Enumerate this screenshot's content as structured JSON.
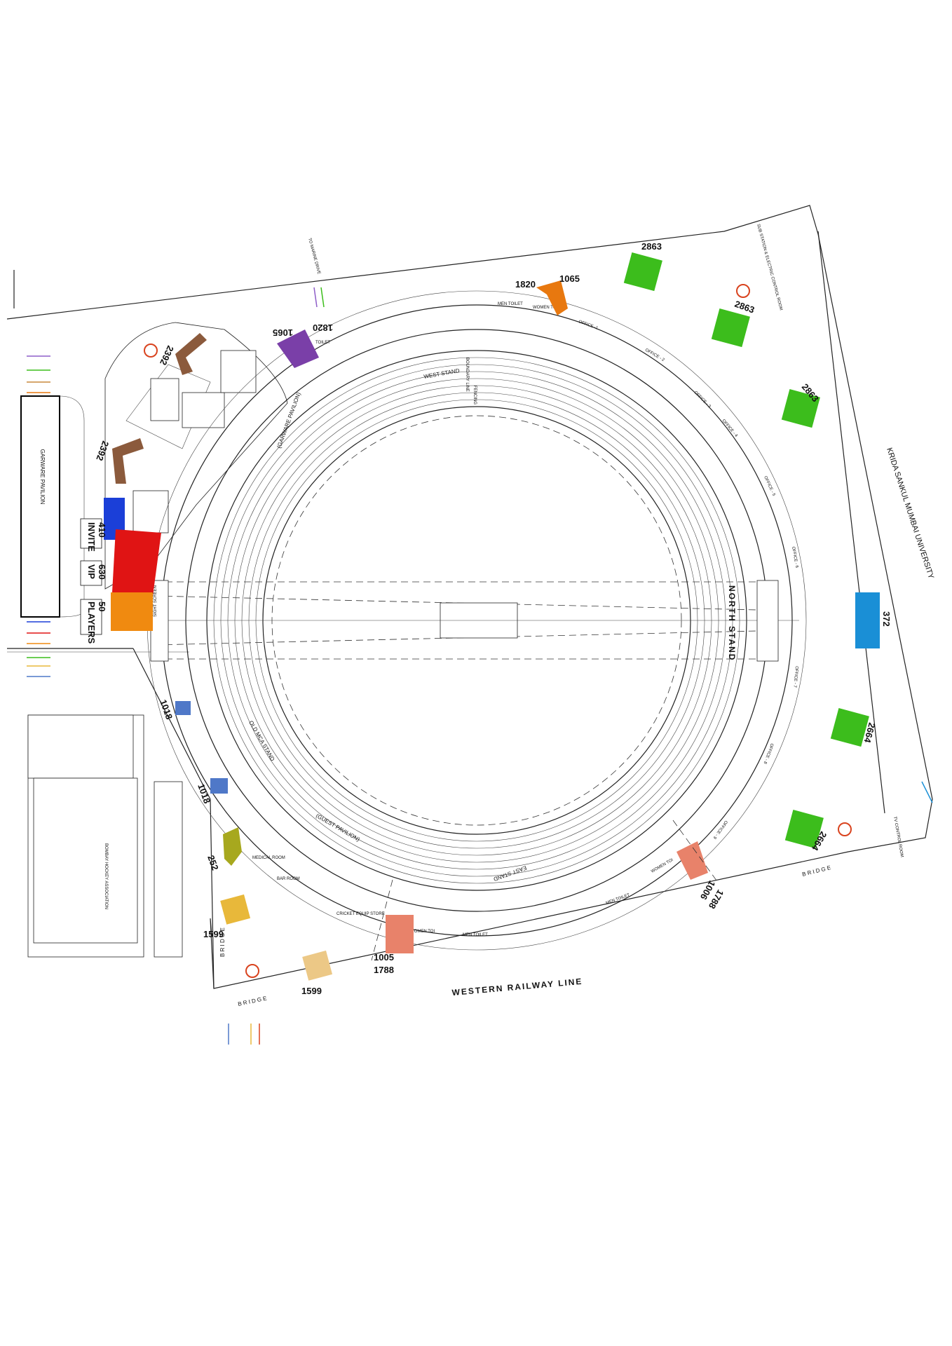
{
  "labels": {
    "krida": "KRIDA SANKUL MUMBAI UNIVERSITY",
    "railway": "WESTERN RAILWAY LINE",
    "garware_building": "GARWARE PAVILION",
    "hockey": "BOMBAY HOCKEY ASSOCIATION",
    "west_stand": "WEST STAND",
    "north_stand": "NORTH STAND",
    "east_stand": "EAST STAND",
    "garware_pav": "(GARWARE PAVILION)",
    "old_mca": "OLD MCA STAND",
    "guest_pav": "(GUEST PAVILION)",
    "boundary_line": "BOUNDARY LINE",
    "fencing": "FENCING",
    "marine_drive": "TO MARINE DRIVE",
    "substation": "SUB STATION & ELECTRIC CONTROL ROOM",
    "tv_control": "TV CONTROL ROOM",
    "bridge_letters": "B R I D G E",
    "bridge": "B R I D G E",
    "bridge_right": "B R I D G E",
    "sight_screen": "SIGHT SCREEN",
    "men_toilet_1": "MEN TOILET",
    "women_toilet_1": "WOMEN TOILET",
    "men_toilet_2": "MEN TOILET",
    "women_toilet_2": "WOMEN TOI",
    "men_toilet_3": "MEN TOILET",
    "women_toilet_3": "WOMEN TOI",
    "cricket_store": "CRICKET EQUIP STORE",
    "medical_room": "MEDICAL ROOM",
    "bar_room": "BAR ROOM",
    "toilet": "TOILET"
  },
  "offices": [
    "OFFICE -1",
    "OFFICE - 2",
    "OFFICE - 3",
    "OFFICE - 4",
    "OFFICE - 5",
    "OFFICE - 6",
    "OFFICE - 7",
    "OFFICE - 8",
    "OFFICE - 9"
  ],
  "gates": {
    "invite_label": "INVITE",
    "invite_val": "410",
    "vip_label": "VIP",
    "vip_val": "630",
    "players_label": "PLAYERS",
    "players_val": "50"
  },
  "capacities": {
    "c1": "1820",
    "c2": "1065",
    "c3": "2863",
    "c4": "2863",
    "c5": "2863",
    "c6": "1065",
    "c7": "1820",
    "c8": "2392",
    "c9": "2392",
    "c10": "372",
    "c11": "2664",
    "c12": "2664",
    "c13": "1006",
    "c14": "1788",
    "c15": "1005",
    "c16": "1788",
    "c17": "1599",
    "c18": "1599",
    "c19": "252",
    "c20": "1018",
    "c21": "1018"
  },
  "colors": {
    "purple": "#7a3fa8",
    "orange": "#e8780f",
    "green": "#3cbd1c",
    "brown": "#8b5a3c",
    "blue": "#1b3fd8",
    "red": "#e01414",
    "gate_orange": "#f08a10",
    "cyan": "#1a8fd6",
    "salmon": "#e8826a",
    "olive": "#a7a81e",
    "gold": "#e8b83a",
    "wheat": "#ecc886",
    "steel": "#4f78c8"
  }
}
